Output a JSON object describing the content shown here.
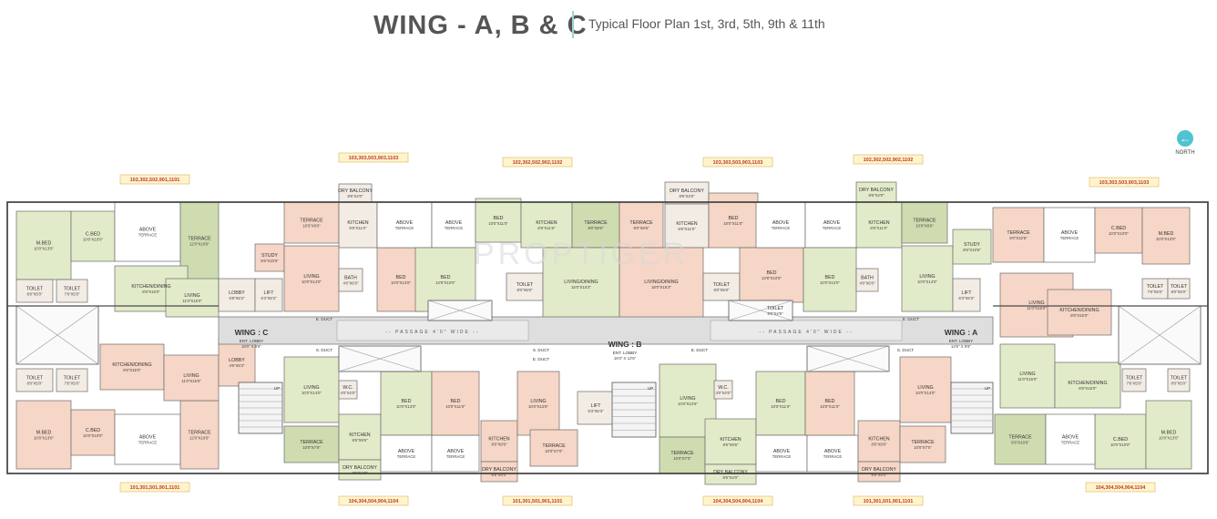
{
  "header": {
    "title": "WING - A, B & C",
    "subtitle": "Typical Floor Plan 1st, 3rd, 5th, 9th & 11th"
  },
  "north": {
    "label": "NORTH",
    "icon": "compass-arrow-icon"
  },
  "watermark": "PROPTIGER",
  "passage_label": "PASSAGE 4'0\" WIDE",
  "colors": {
    "bedroom": "#f6d6c6",
    "living": "#e2ebc9",
    "terrace": "#cfdcb0",
    "toilet": "#f2ece4",
    "corridor": "#dedede",
    "wall": "#4a4a4a",
    "flat_tag": "#c0392b"
  },
  "wings": [
    {
      "label": "WING : C",
      "lobby": "ENT. LOBBY",
      "dim": "18'0\" X 8'6\""
    },
    {
      "label": "WING : B",
      "lobby": "ENT. LOBBY",
      "dim": "16'0\" X 12'6\""
    },
    {
      "label": "WING : A",
      "lobby": "ENT. LOBBY",
      "dim": "14'6\" X 8'6\""
    }
  ],
  "flat_tags_top": [
    "102,302,502,901,1101",
    "103,303,503,903,1103",
    "102,302,502,902,1102",
    "103,303,503,903,1103",
    "102,302,502,902,1102",
    "103,303,503,903,1103"
  ],
  "flat_tags_bottom": [
    "101,301,501,901,1101",
    "104,304,504,904,1104",
    "101,301,501,901,1101",
    "104,304,504,904,1104",
    "101,301,501,901,1101",
    "104,304,504,904,1104"
  ],
  "rooms": [
    {
      "n": "M.BED",
      "d": "10'0\"X13'0\""
    },
    {
      "n": "C.BED",
      "d": "10'0\"X10'0\""
    },
    {
      "n": "ABOVE",
      "d": "TERRACE"
    },
    {
      "n": "TERRACE",
      "d": "12'0\"X10'6\""
    },
    {
      "n": "TOILET",
      "d": "8'0\"X5'0\""
    },
    {
      "n": "TOILET",
      "d": "7'6\"X5'0\""
    },
    {
      "n": "KITCHEN/DINING",
      "d": "8'6\"X15'0\""
    },
    {
      "n": "LIVING",
      "d": "11'0\"X15'0\""
    },
    {
      "n": "LOBBY",
      "d": "6'8\"X6'3\""
    },
    {
      "n": "STUDY",
      "d": "8'6\"X10'6\""
    },
    {
      "n": "LIFT",
      "d": "6'3\"X6'3\""
    },
    {
      "n": "TERRACE",
      "d": "10'0\"X8'0\""
    },
    {
      "n": "KITCHEN",
      "d": "8'6\"X11'0\""
    },
    {
      "n": "DRY BALCONY",
      "d": "8'6\"X4'0\""
    },
    {
      "n": "LIVING",
      "d": "10'0\"X14'0\""
    },
    {
      "n": "BATH",
      "d": "4'0\"X6'0\""
    },
    {
      "n": "BED",
      "d": "10'0\"X12'0\""
    },
    {
      "n": "BED",
      "d": "13'9\"X10'0\""
    },
    {
      "n": "BED",
      "d": "10'0\"X11'0\""
    },
    {
      "n": "KITCHEN",
      "d": "8'6\"X11'6\""
    },
    {
      "n": "TERRACE",
      "d": "8'0\"X8'6\""
    },
    {
      "n": "TOILET",
      "d": "8'0\"X5'0\""
    },
    {
      "n": "LIVING/DINING",
      "d": "15'0\"X15'3\""
    },
    {
      "n": "TOILET",
      "d": "8'0\"X4'9\""
    },
    {
      "n": "LIVING/DINING",
      "d": "18'0\"X15'3\""
    },
    {
      "n": "TERRACE",
      "d": "9'0\"X8'6\""
    },
    {
      "n": "TERRACE",
      "d": "9'0\"X10'6\""
    },
    {
      "n": "M.BED",
      "d": "10'0\"X13'0\""
    },
    {
      "n": "LIVING",
      "d": "11'0\"X15'0\""
    },
    {
      "n": "KITCHEN/DINING",
      "d": "8'6\"X15'0\""
    },
    {
      "n": "TOILET",
      "d": "7'6\"X5'0\""
    },
    {
      "n": "TOILET",
      "d": "8'0\"X5'0\""
    },
    {
      "n": "LIVING",
      "d": "10'0\"X12'6\""
    },
    {
      "n": "KITCHEN",
      "d": "8'6\"X9'6\""
    },
    {
      "n": "TERRACE",
      "d": "10'0\"X7'0\""
    },
    {
      "n": "LIVING",
      "d": "10'0\"X12'6\""
    },
    {
      "n": "W.C.",
      "d": "4'0\"X4'0\""
    },
    {
      "n": "E. DUCT",
      "d": ""
    },
    {
      "n": "S. DUCT",
      "d": ""
    },
    {
      "n": "LOBBY",
      "d": "4'6\"X6'3\""
    },
    {
      "n": "UP",
      "d": ""
    },
    {
      "n": "TERRACE",
      "d": "12'0\"X10'6\""
    },
    {
      "n": "C.BED",
      "d": "10'0\"X10'0\""
    },
    {
      "n": "TERRACE",
      "d": "8'6\"X10'6\""
    }
  ]
}
